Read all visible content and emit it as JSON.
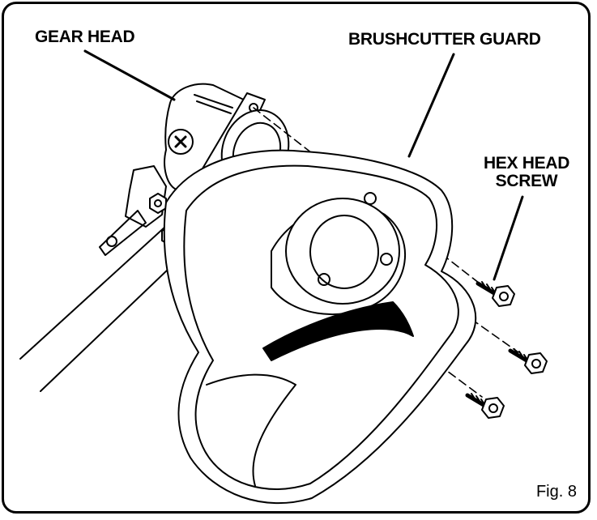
{
  "labels": {
    "gear_head": "GEAR HEAD",
    "brushcutter_guard": "BRUSHCUTTER GUARD",
    "hex_head_screw_line1": "HEX HEAD",
    "hex_head_screw_line2": "SCREW"
  },
  "figure_number": "Fig. 8"
}
